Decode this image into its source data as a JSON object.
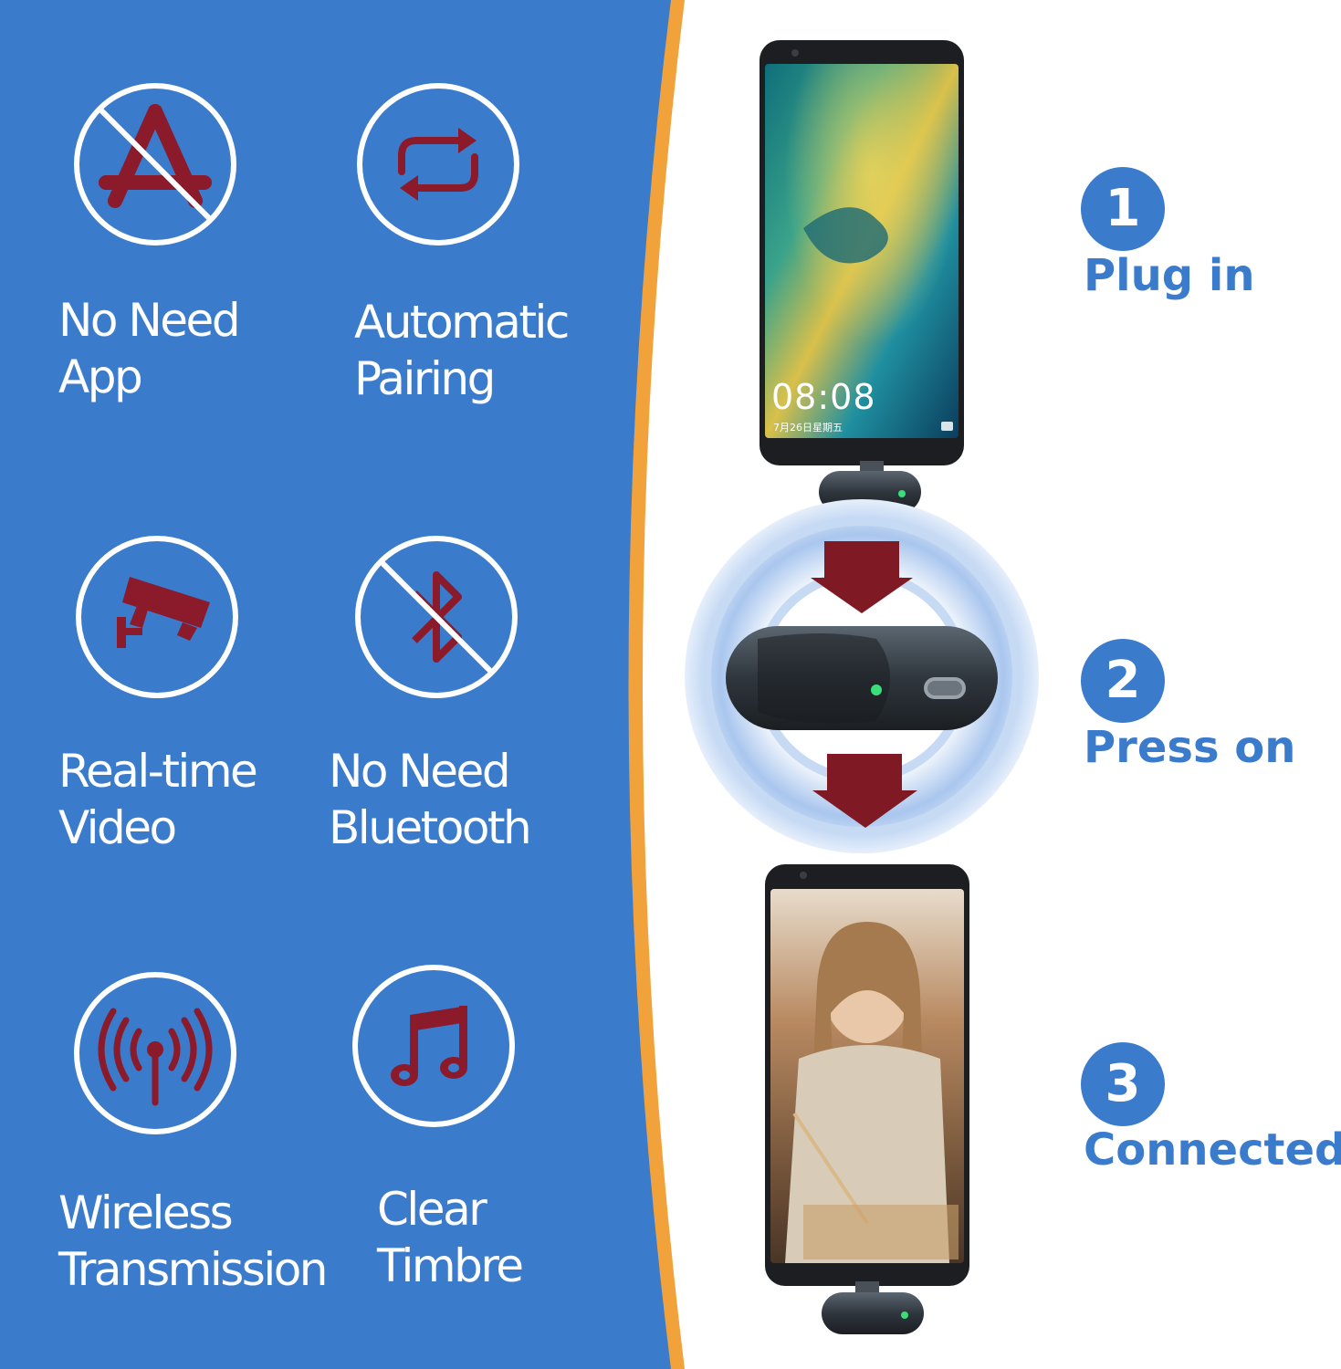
{
  "colors": {
    "panel_blue": "#3a7bcc",
    "curve_orange": "#f2a23b",
    "icon_maroon": "#8b1a2b",
    "icon_ring": "#ffffff",
    "step_blue": "#3a7bcc"
  },
  "features": [
    {
      "icon": "no-app-store-icon",
      "lines": [
        "No Need",
        "App"
      ]
    },
    {
      "icon": "auto-repeat-icon",
      "lines": [
        "Automatic",
        "Pairing"
      ]
    },
    {
      "icon": "security-camera-icon",
      "lines": [
        "Real-time",
        "Video"
      ]
    },
    {
      "icon": "no-bluetooth-icon",
      "lines": [
        "No Need",
        "Bluetooth"
      ]
    },
    {
      "icon": "wireless-antenna-icon",
      "lines": [
        "Wireless",
        "Transmission"
      ]
    },
    {
      "icon": "music-note-icon",
      "lines": [
        "Clear",
        "Timbre"
      ]
    }
  ],
  "steps": [
    {
      "number": "1",
      "label": "Plug in"
    },
    {
      "number": "2",
      "label": "Press on"
    },
    {
      "number": "3",
      "label": "Connected"
    }
  ],
  "phone_top": {
    "time": "08:08",
    "date": "7月26日星期五"
  }
}
